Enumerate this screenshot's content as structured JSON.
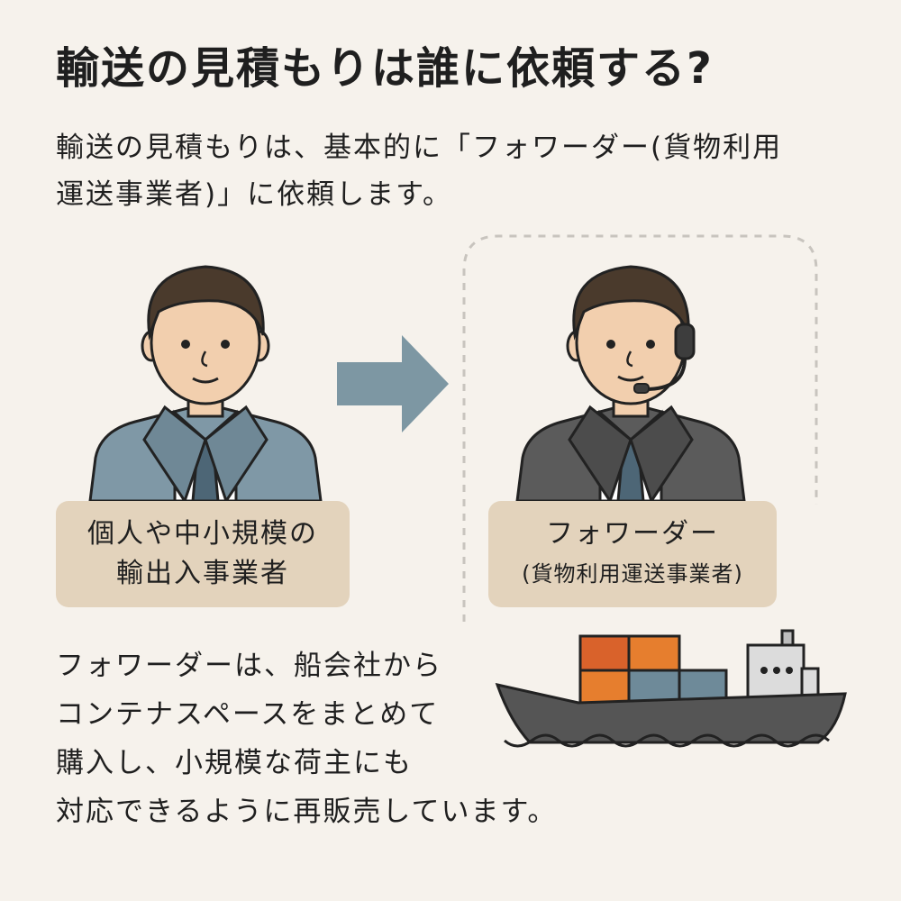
{
  "title": "輸送の見積もりは誰に依頼する?",
  "intro": {
    "lines": [
      "輸送の見積もりは、基本的に「フォワーダー(貨物利用",
      "運送事業者)」に依頼します。"
    ]
  },
  "left_label": {
    "line1": "個人や中小規模の",
    "line2": "輸出入事業者"
  },
  "right_label": {
    "line1": "フォワーダー",
    "line2": "(貨物利用運送事業者)"
  },
  "body": {
    "lines": [
      "フォワーダーは、船会社から",
      "コンテナスペースをまとめて",
      "購入し、小規模な荷主にも",
      "対応できるように再販売しています。"
    ]
  },
  "icons": {
    "left_person": "businessman-icon",
    "right_person": "headset-businessman-icon",
    "arrow": "arrow-right-icon",
    "ship": "container-ship-icon"
  },
  "colors": {
    "background": "#f6f2ec",
    "label_box": "#e3d3bc",
    "arrow": "#7d97a3",
    "suit_left": "#7f98a6",
    "suit_right": "#5b5b5b",
    "container_orange": "#e67e2e",
    "container_red": "#d9622b",
    "container_blue": "#6e8a99",
    "hull": "#555555"
  }
}
